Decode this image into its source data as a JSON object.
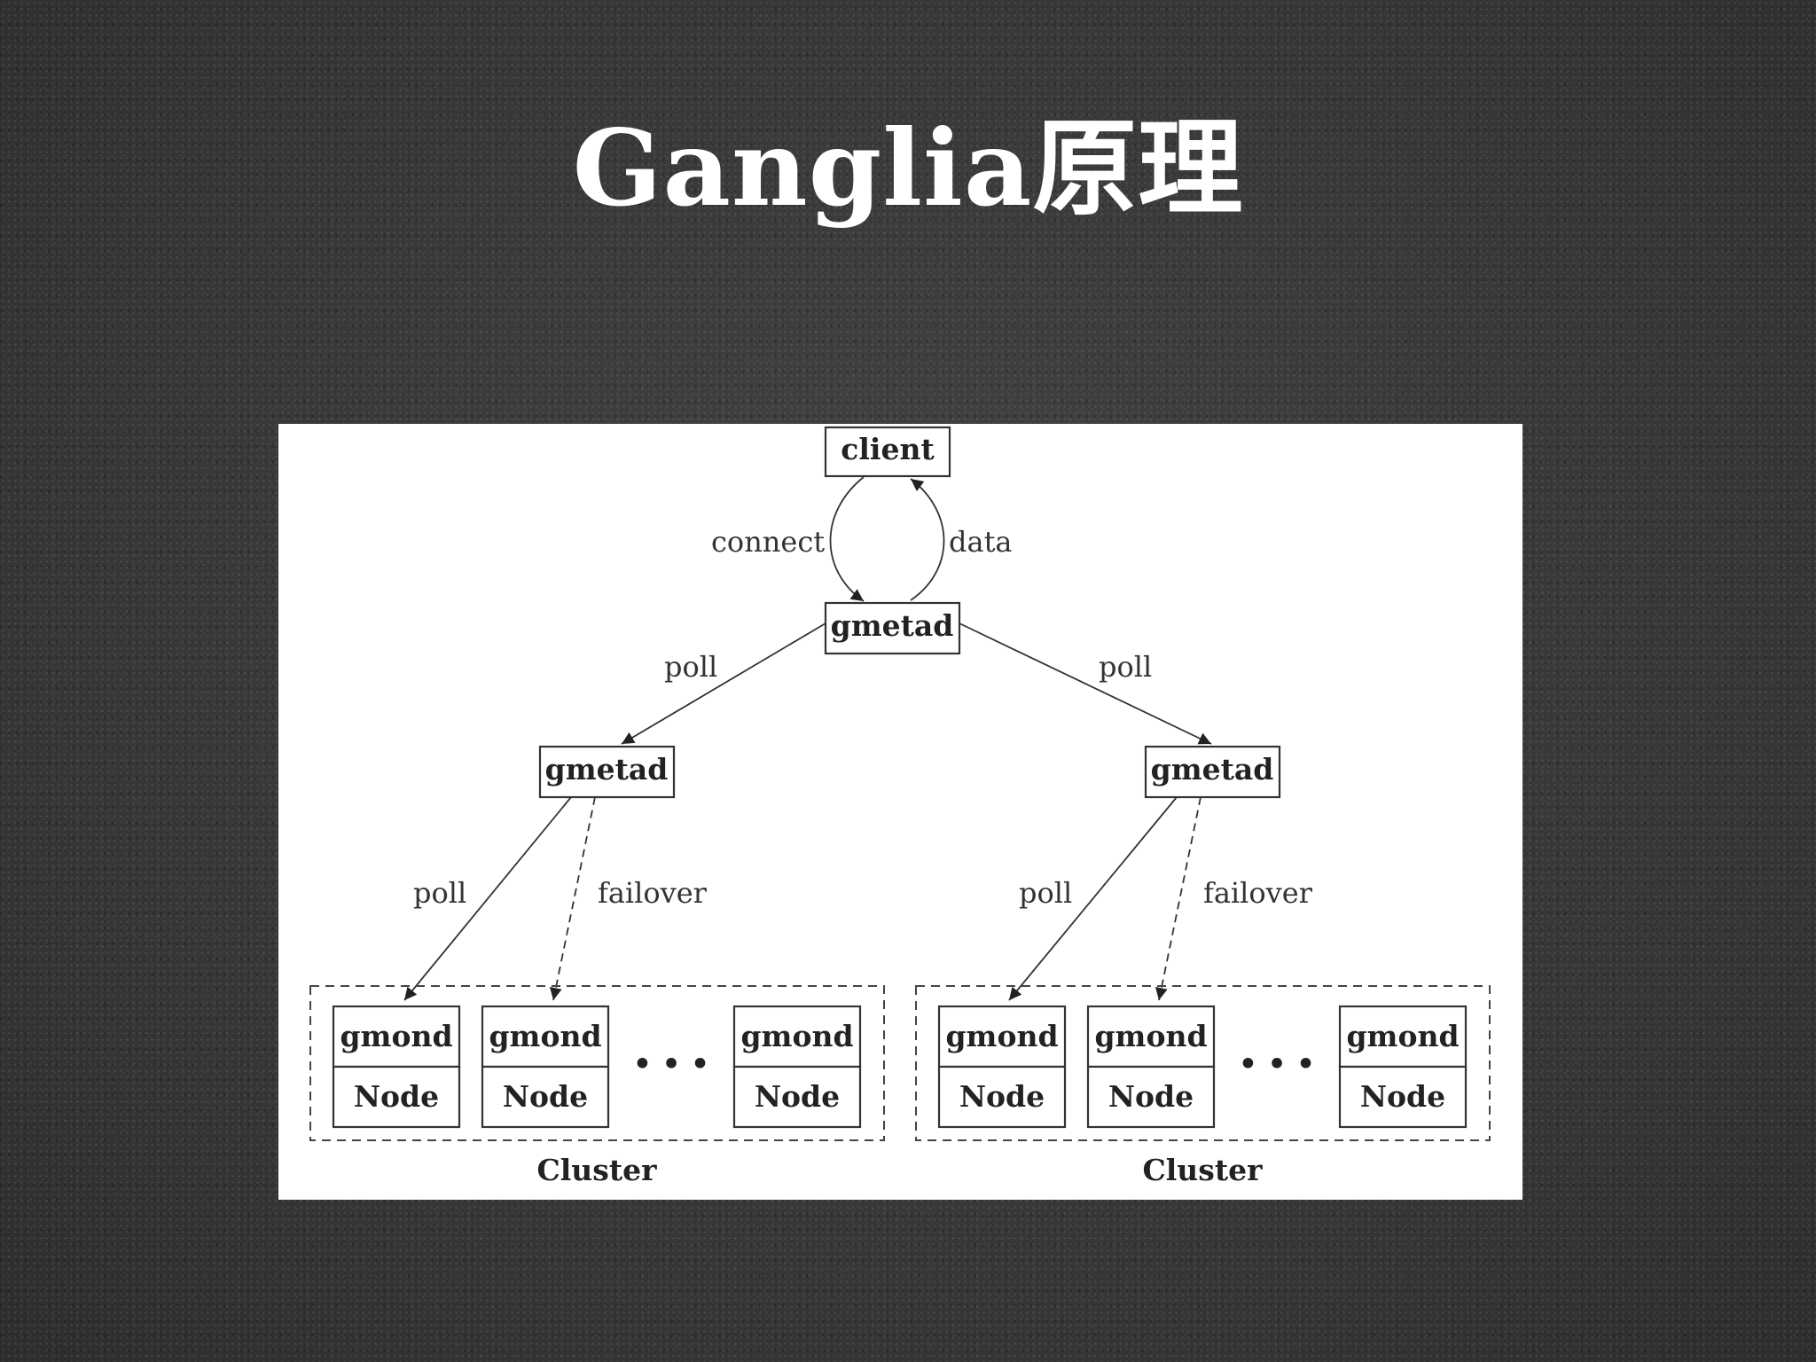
{
  "slide": {
    "title": "Ganglia原理"
  },
  "diagram": {
    "nodes": {
      "client": "client",
      "gmetad_top": "gmetad",
      "gmetad_left": "gmetad",
      "gmetad_right": "gmetad"
    },
    "edges": {
      "connect": "connect",
      "data": "data",
      "poll_top_left": "poll",
      "poll_top_right": "poll",
      "poll_left": "poll",
      "failover_left": "failover",
      "poll_right": "poll",
      "failover_right": "failover"
    },
    "clusters": [
      {
        "label": "Cluster",
        "nodes": [
          {
            "top": "gmond",
            "bottom": "Node"
          },
          {
            "top": "gmond",
            "bottom": "Node"
          },
          {
            "top": "gmond",
            "bottom": "Node"
          }
        ],
        "ellipsis": "• • •"
      },
      {
        "label": "Cluster",
        "nodes": [
          {
            "top": "gmond",
            "bottom": "Node"
          },
          {
            "top": "gmond",
            "bottom": "Node"
          },
          {
            "top": "gmond",
            "bottom": "Node"
          }
        ],
        "ellipsis": "• • •"
      }
    ]
  }
}
